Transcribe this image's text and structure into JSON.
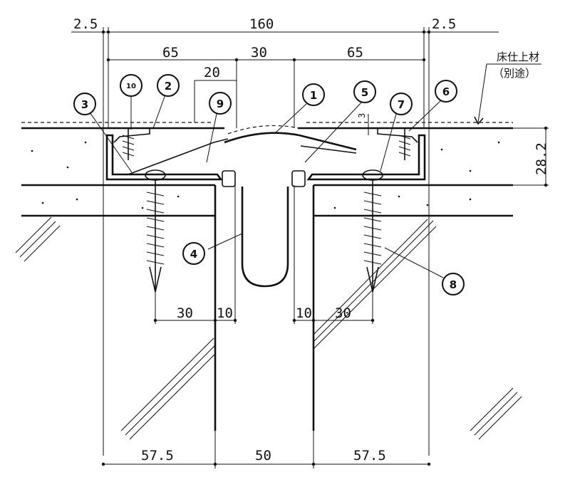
{
  "dimensions": {
    "top_left_edge": "2.5",
    "top_total": "160",
    "top_right_edge": "2.5",
    "upper_left": "65",
    "upper_center": "30",
    "upper_right": "65",
    "small_offset": "20",
    "gap_top": "3",
    "thickness": "28.2",
    "anchor_left_30": "30",
    "anchor_left_10": "10",
    "anchor_right_10": "10",
    "anchor_right_30": "30",
    "bottom_left": "57.5",
    "bottom_center": "50",
    "bottom_right": "57.5"
  },
  "note": {
    "line1": "床仕上材",
    "line2": "（別途）"
  },
  "balloons": [
    "1",
    "2",
    "3",
    "4",
    "5",
    "6",
    "7",
    "8",
    "9",
    "10"
  ],
  "colors": {
    "line": "#111111",
    "background": "#ffffff"
  }
}
